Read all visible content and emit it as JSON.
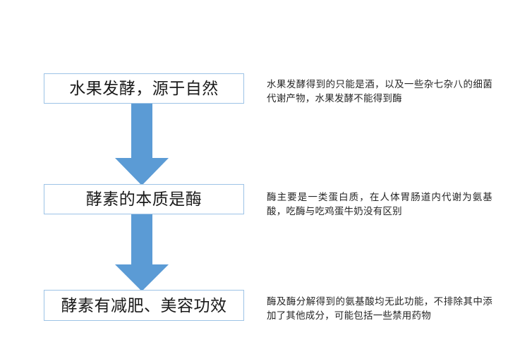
{
  "diagram": {
    "type": "vertical-flowchart",
    "colors": {
      "box_border": "#9DC3E6",
      "box_fill": "#FFFFFF",
      "arrow_fill": "#5B9BD5",
      "text": "#1A1A1A",
      "note_text": "#262626",
      "background": "#FFFFFF"
    },
    "steps": [
      {
        "id": "step-1",
        "box_label": "水果发酵，源于自然",
        "note": "水果发酵得到的只能是酒，以及一些杂七杂八的细菌代谢产物，水果发酵不能得到酶"
      },
      {
        "id": "step-2",
        "box_label": "酵素的本质是酶",
        "note": "酶主要是一类蛋白质，在人体胃肠道内代谢为氨基酸，吃酶与吃鸡蛋牛奶没有区别"
      },
      {
        "id": "step-3",
        "box_label": "酵素有减肥、美容功效",
        "note": "酶及酶分解得到的氨基酸均无此功能，不排除其中添加了其他成分，可能包括一些禁用药物"
      }
    ],
    "connectors": [
      {
        "id": "arrow-1",
        "from": "step-1",
        "to": "step-2",
        "direction": "down"
      },
      {
        "id": "arrow-2",
        "from": "step-2",
        "to": "step-3",
        "direction": "down"
      }
    ]
  }
}
